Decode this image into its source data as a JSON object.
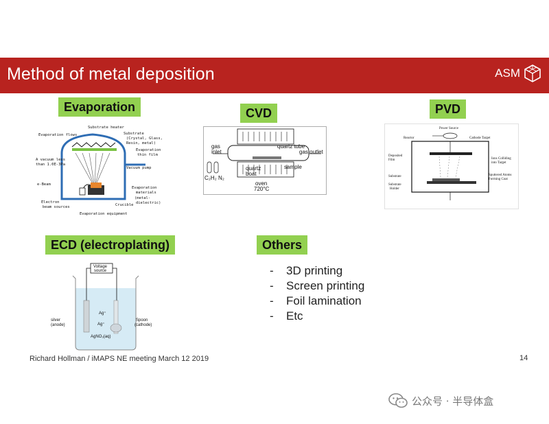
{
  "slide": {
    "title": "Method of metal deposition",
    "logo_text": "ASM",
    "colors": {
      "title_bar": "#b8231f",
      "label_green": "#92d050"
    }
  },
  "sections": {
    "evaporation": {
      "label": "Evaporation",
      "diagram_labels": {
        "substrate_heater": "Substrate heater",
        "evaporation_flows": "Evaporation flows",
        "substrate": "Substrate",
        "substrate_types": "(Crystal, Glass,",
        "substrate_types2": "Resin, metal)",
        "evaporation_thin_film": "Evaporation",
        "evaporation_thin_film2": "thin film",
        "vacuum_less": "A vacuum less",
        "vacuum_less2": "than 1.0E-3Pa",
        "vacuum_pump": "Vacuum pump",
        "e_beam": "e-Beam",
        "evaporation_materials": "Evaporation",
        "evaporation_materials2": "materials",
        "metal_dielectric": "(metal-",
        "metal_dielectric2": "dielectric)",
        "crucible": "Crucible",
        "electron": "Electron",
        "beam_sources": "beam sources",
        "equipment": "Evaporation equipment"
      }
    },
    "cvd": {
      "label": "CVD",
      "diagram_labels": {
        "quartz_tube": "quartz tube",
        "gas_inlet": "gas",
        "gas_inlet2": "inlet",
        "gas_outlet": "gas outlet",
        "quartz_boat": "quartz",
        "quartz_boat2": "boat",
        "sample": "sample",
        "oven": "oven",
        "oven_temp": "720°C",
        "gases": "C₂H₂ N₂"
      }
    },
    "pvd": {
      "label": "PVD",
      "diagram_labels": {
        "power_source": "Power Source",
        "reactor": "Reactor",
        "cathode_target": "Cathode Target",
        "deposited": "Deposited",
        "film": "Film",
        "ions": "Ions Colliding",
        "ions2": "into Target",
        "substrate": "Substrate",
        "sputtered": "Sputtered Atoms",
        "sputtered2": "Forming Coat",
        "substrate_holder": "Substrate",
        "substrate_holder2": "Holder"
      }
    },
    "ecd": {
      "label": "ECD (electroplating)",
      "diagram_labels": {
        "voltage": "Voltage",
        "source": "source",
        "silver": "silver",
        "anode": "(anode)",
        "spoon": "Spoon",
        "cathode": "(cathode)",
        "ag_plus_1": "Ag⁺",
        "ag_plus_2": "Ag⁺",
        "electrolyte": "AgNO₃(aq)"
      }
    },
    "others": {
      "label": "Others",
      "items": [
        "3D printing",
        "Screen printing",
        "Foil lamination",
        "Etc"
      ]
    }
  },
  "footer": {
    "text": "Richard Hollman / iMAPS NE meeting March 12 2019",
    "page_number": "14"
  },
  "watermark": {
    "text": "公众号 · 半导体盒"
  }
}
